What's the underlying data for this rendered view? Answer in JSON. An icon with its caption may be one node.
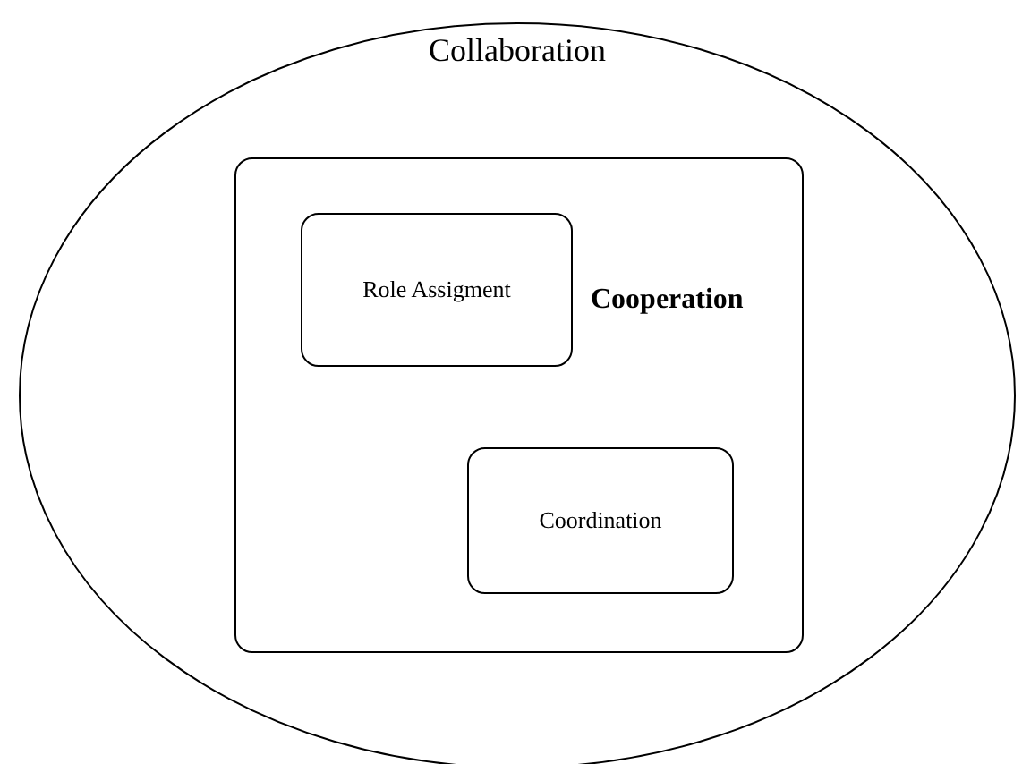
{
  "diagram": {
    "nodes": [
      {
        "text": [
          "Collaboration"
        ]
      },
      {
        "text": [
          "Cooperation"
        ],
        "in": 0
      },
      {
        "text": [
          "Role Assigment"
        ],
        "in": 1
      },
      {
        "text": [
          "Coordination"
        ],
        "in": 1
      }
    ]
  }
}
